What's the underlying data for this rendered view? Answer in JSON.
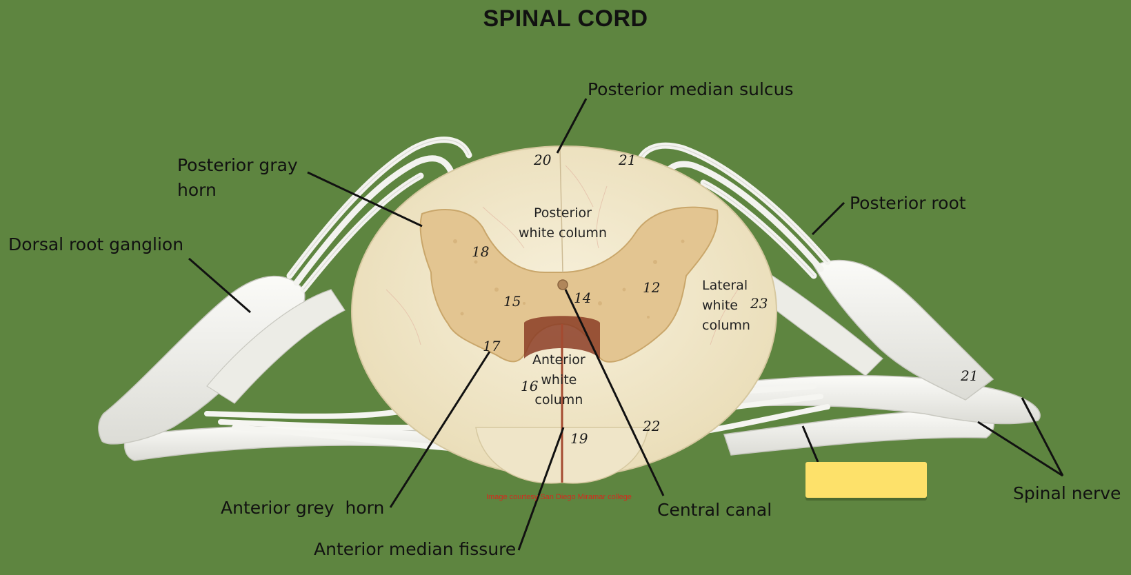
{
  "title": "SPINAL CORD",
  "labels": {
    "posterior_median_sulcus": "Posterior median sulcus",
    "posterior_gray_horn": "Posterior gray horn",
    "dorsal_root_ganglion": "Dorsal root ganglion",
    "posterior_root": "Posterior root",
    "anterior_grey_horn": "Anterior grey  horn",
    "anterior_median_fissure": "Anterior median fissure",
    "central_canal": "Central canal",
    "spinal_nerve": "Spinal nerve"
  },
  "inner_labels": {
    "posterior_white_column": "Posterior\nwhite column",
    "lateral_white_column": "Lateral\nwhite\ncolumn",
    "anterior_white_column": "Anterior\nwhite\ncolumn"
  },
  "specimen_numbers": {
    "n20": "20",
    "n21a": "21",
    "n18": "18",
    "n15": "15",
    "n14": "14",
    "n12": "12",
    "n23": "23",
    "n17": "17",
    "n16": "16",
    "n19": "19",
    "n22": "22",
    "n21b": "21"
  },
  "credit": "Image courtesy San Diego Miramar college",
  "colors": {
    "background": "#5e8540",
    "white_matter": "#f3ead0",
    "gray_matter": "#e3c591",
    "nerve": "#f1f1ee",
    "answer_box": "#fde16a",
    "credit_text": "#d42a1e"
  }
}
